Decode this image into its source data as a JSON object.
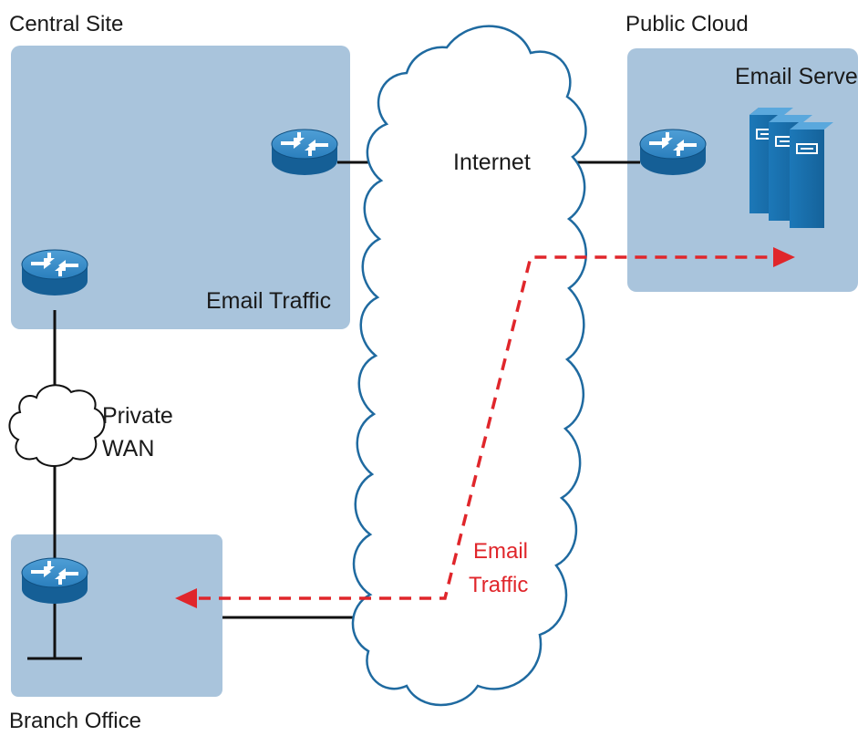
{
  "labels": {
    "central_site": "Central Site",
    "public_cloud": "Public Cloud",
    "email_servers": "Email Servers",
    "internet": "Internet",
    "email_traffic_central": "Email Traffic",
    "private_wan_line1": "Private",
    "private_wan_line2": "WAN",
    "email_traffic_flow_line1": "Email",
    "email_traffic_flow_line2": "Traffic",
    "branch_office": "Branch Office"
  },
  "colors": {
    "site_fill": "#a9c4dc",
    "cloud_outline": "#1f6aa0",
    "traffic_red": "#e0262b",
    "router_blue": "#1a74b4",
    "server_blue": "#1a74b4"
  },
  "icons": {
    "router": "router-icon",
    "server": "server-icon",
    "cloud": "cloud-icon",
    "arrow": "arrowhead-icon"
  }
}
